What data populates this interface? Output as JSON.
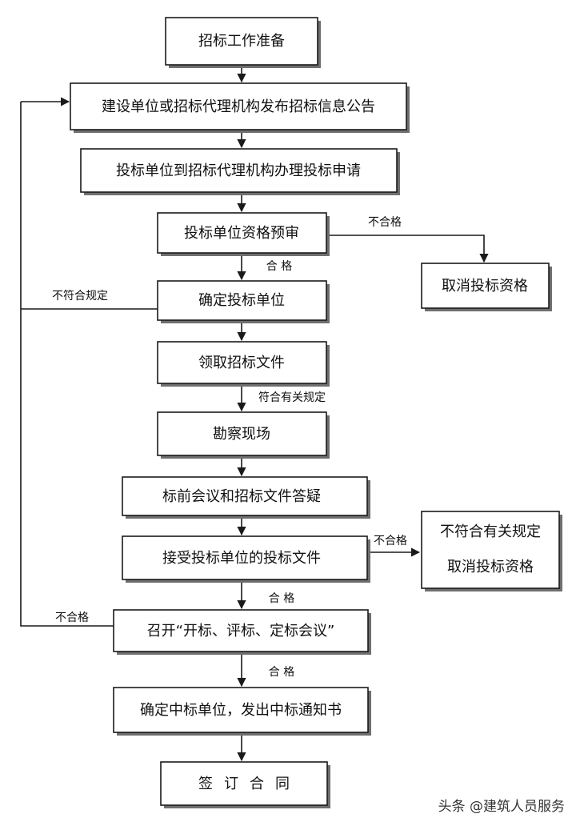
{
  "nodes": {
    "prepare": "招标工作准备",
    "announce": "建设单位或招标代理机构发布招标信息公告",
    "apply": "投标单位到招标代理机构办理投标申请",
    "prequal": "投标单位资格预审",
    "cancel1": "取消投标资格",
    "determine": "确定投标单位",
    "collect": "领取招标文件",
    "survey": "勘察现场",
    "meeting": "标前会议和招标文件答疑",
    "receive": "接受投标单位的投标文件",
    "reject_line1": "不符合有关规定",
    "reject_line2": "取消投标资格",
    "convene": "召开“开标、评标、定标会议”",
    "winner": "确定中标单位，发出中标通知书",
    "sign": "签订合同"
  },
  "labels": {
    "fail1": "不合格",
    "pass1": "合 格",
    "nonconform": "不符合规定",
    "conform": "符合有关规定",
    "fail2": "不合格",
    "pass2": "合 格",
    "fail3": "不合格",
    "pass3": "合 格"
  },
  "watermark": "头条 @建筑人员服务"
}
